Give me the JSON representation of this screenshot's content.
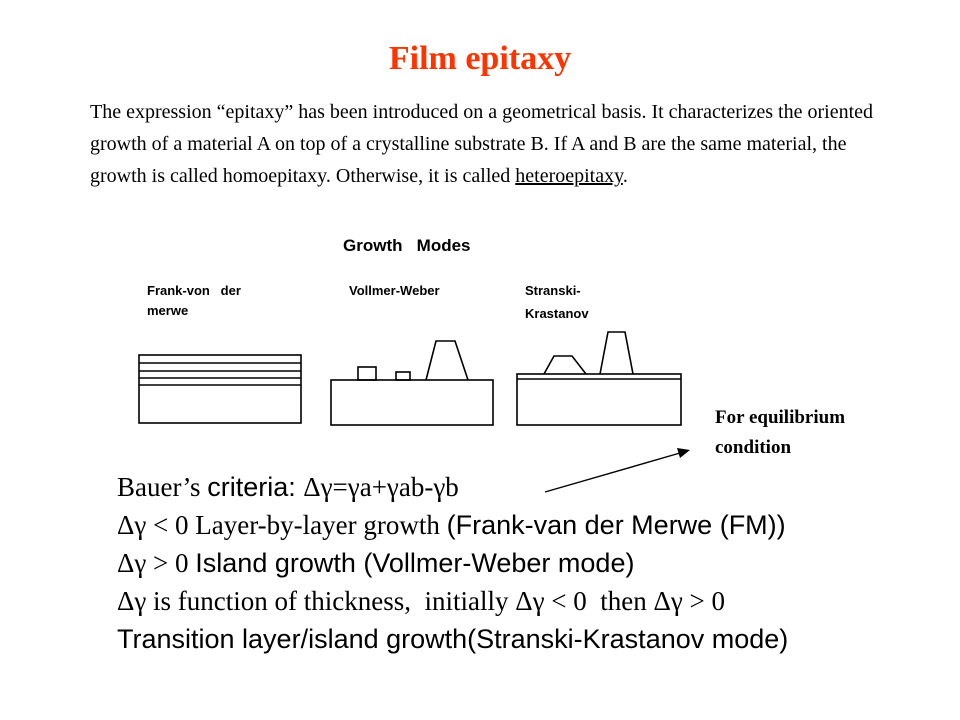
{
  "title": "Film epitaxy",
  "intro": {
    "part1": "The expression “epitaxy” has been introduced on a geometrical basis. It characterizes the oriented growth of a material A on top of a crystalline substrate B. If A and B are the same material, the growth is called homoepitaxy. Otherwise, it is called ",
    "link": "heteroepitaxy",
    "part2": "."
  },
  "figure": {
    "heading": "Growth   Modes",
    "modes": [
      {
        "line1": "Frank-von   der",
        "line2": "merwe"
      },
      {
        "line1": "Vollmer-Weber",
        "line2": ""
      },
      {
        "line1": "Stranski-",
        "line2": "Krastanov"
      }
    ]
  },
  "equilibrium_note": {
    "line1": "For equilibrium",
    "line2": "condition"
  },
  "criteria": {
    "line1_a": "Bauer’s ",
    "line1_b": "criteria: ",
    "line1_c": "Δγ=γa+γab-γb",
    "line2_a": "Δγ < 0 Layer-by-layer growth ",
    "line2_b": "(Frank-van der Merwe (FM))",
    "line3_a": "Δγ > 0 ",
    "line3_b": "Island growth (Vollmer-Weber mode)",
    "line4": "Δγ is function of thickness,  initially Δγ < 0  then Δγ > 0",
    "line5": "Transition layer/island growth(Stranski-Krastanov mode)"
  },
  "colors": {
    "title": "#ff3300",
    "text": "#000000",
    "background": "#ffffff"
  }
}
